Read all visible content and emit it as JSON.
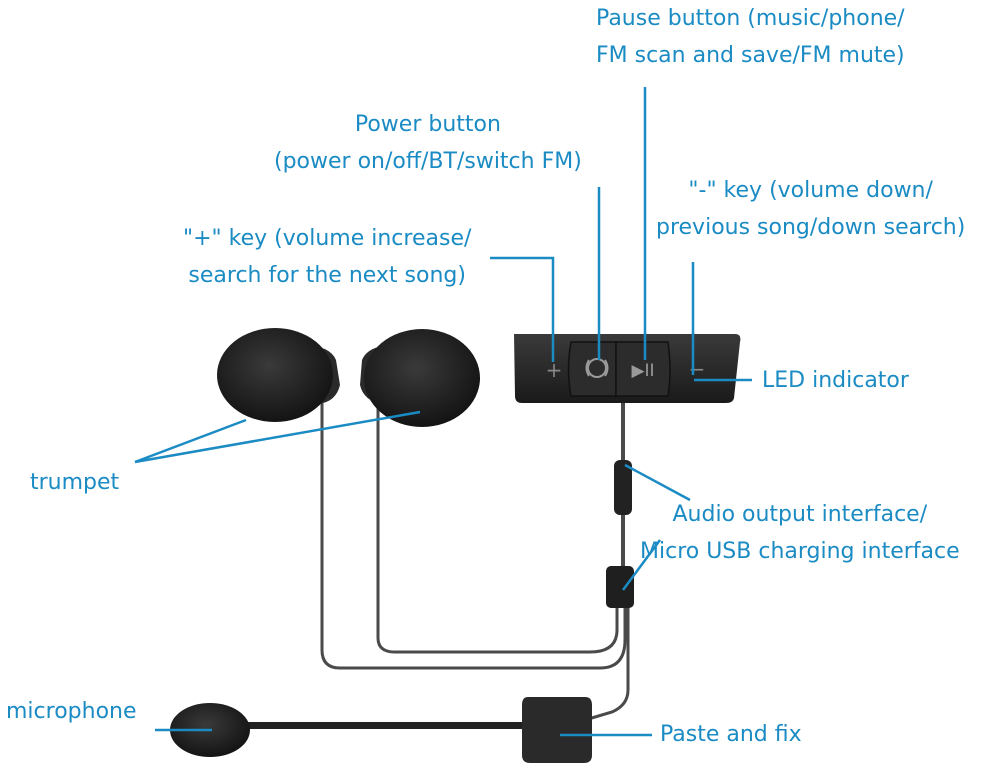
{
  "colors": {
    "callout": "#1b8bc4",
    "device": "#2b2b2b",
    "foam": "#1c1c1c"
  },
  "labels": {
    "pause": [
      "Pause button (music/phone/",
      "FM scan and save/FM mute)"
    ],
    "power": [
      "Power button",
      "(power on/off/BT/switch FM)"
    ],
    "minus": [
      "\"-\" key (volume down/",
      "previous song/down search)"
    ],
    "plus": [
      "\"+\" key (volume increase/",
      "search for the next song)"
    ],
    "led": "LED indicator",
    "trumpet": "trumpet",
    "audio": [
      "Audio output interface/",
      "Micro USB charging interface"
    ],
    "microphone": "microphone",
    "paste": "Paste and fix"
  },
  "device": {
    "key_plus": "+",
    "key_minus": "−",
    "key_pause": "▶II"
  },
  "icons": [
    "power-icon",
    "play-pause-icon"
  ]
}
